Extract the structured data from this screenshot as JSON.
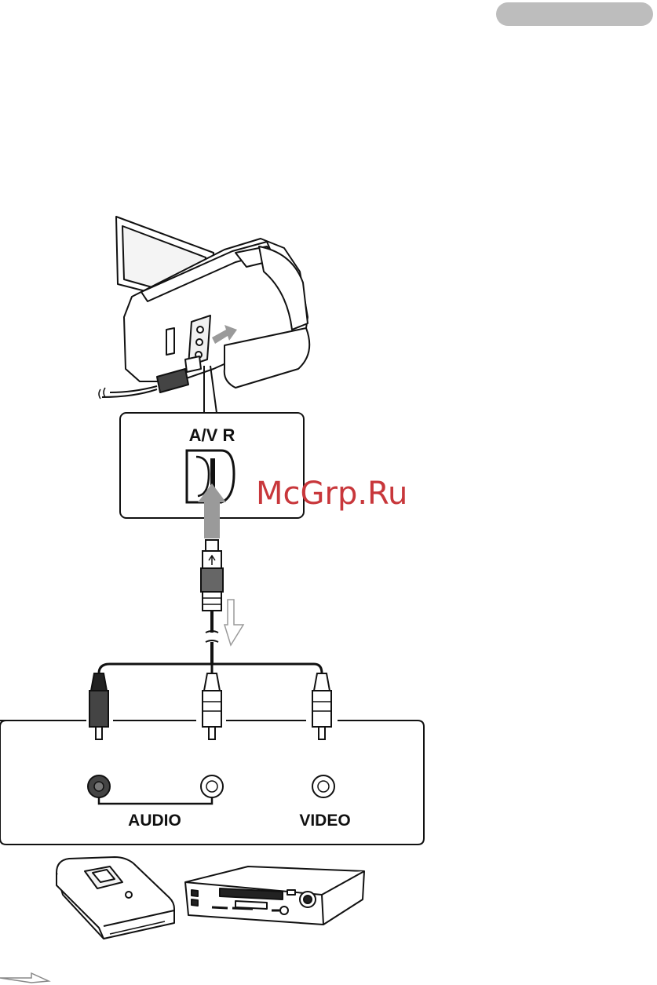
{
  "camera_jack_label": "A/V R",
  "device_jacks": {
    "audio_label": "AUDIO",
    "video_label": "VIDEO"
  },
  "watermark": "McGrp.Ru",
  "colors": {
    "line": "#111111",
    "arrow_gray": "#9a9a9a",
    "tab_gray": "#bdbdbd",
    "watermark_red": "#c8373b"
  },
  "icons": {
    "arrow_up": "arrow-up-icon",
    "signal_flow": "signal-flow-arrow-icon",
    "continue": "continue-arrow-icon"
  }
}
